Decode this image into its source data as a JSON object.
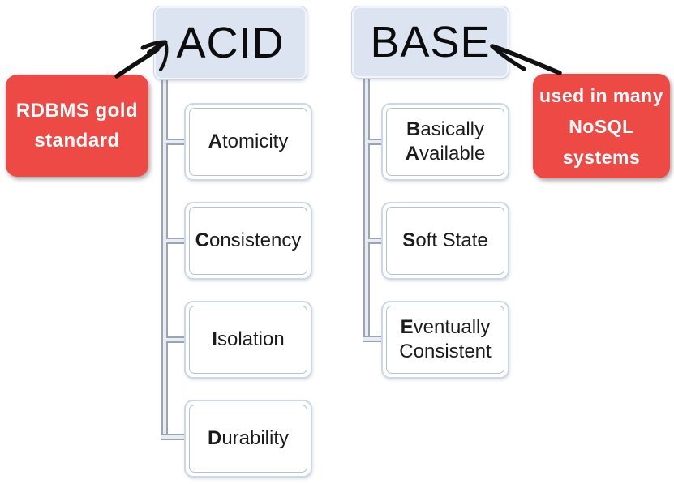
{
  "acid": {
    "header": "ACID",
    "items": [
      {
        "lines": [
          {
            "bold": "A",
            "rest": "tomicity"
          }
        ]
      },
      {
        "lines": [
          {
            "bold": "C",
            "rest": "onsistency"
          }
        ]
      },
      {
        "lines": [
          {
            "bold": "I",
            "rest": "solation"
          }
        ]
      },
      {
        "lines": [
          {
            "bold": "D",
            "rest": "urability"
          }
        ]
      }
    ],
    "callout": {
      "lines": [
        "RDBMS gold",
        "standard"
      ]
    }
  },
  "base": {
    "header": "BASE",
    "items": [
      {
        "lines": [
          {
            "bold": "B",
            "rest": "asically"
          },
          {
            "bold": "A",
            "rest": "vailable"
          }
        ]
      },
      {
        "lines": [
          {
            "bold": "S",
            "rest": "oft State"
          }
        ]
      },
      {
        "lines": [
          {
            "bold": "E",
            "rest": "ventually"
          },
          {
            "bold": "",
            "rest": "Consistent"
          }
        ]
      }
    ],
    "callout": {
      "lines": [
        "used in many",
        "NoSQL",
        "systems"
      ]
    }
  },
  "colors": {
    "callout_red": "#ee4a45",
    "header_fill": "#dce4f1",
    "item_border": "#ccd7e9",
    "connector_gray": "#9aa4b4",
    "arrow_black": "#111111"
  }
}
